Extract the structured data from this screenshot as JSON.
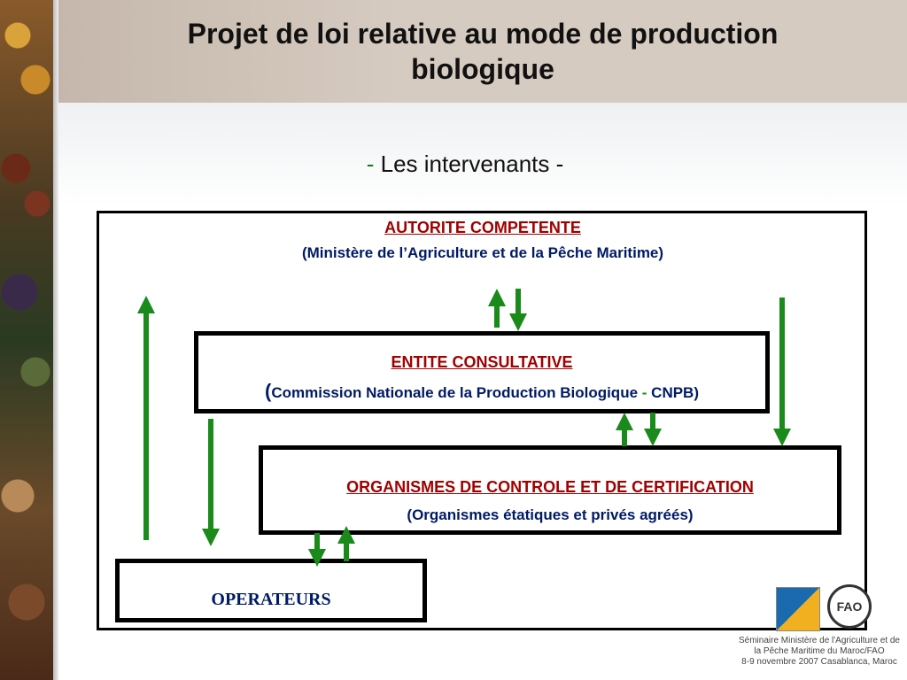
{
  "slide": {
    "title_line1": "Projet de loi relative au mode de production",
    "title_line2": "biologique",
    "subtitle_dash": "-",
    "subtitle_text": " Les intervenants -"
  },
  "autorite": {
    "title": "AUTORITE COMPETENTE",
    "subtitle": "(Ministère de l’Agriculture et de la Pêche Maritime)"
  },
  "entite": {
    "title": "ENTITE CONSULTATIVE",
    "paren": "(",
    "subtitle": "Commission Nationale de la Production Biologique ",
    "dash": "-",
    "suffix": " CNPB)"
  },
  "organismes": {
    "title": "ORGANISMES DE CONTROLE ET DE CERTIFICATION",
    "subtitle": "(Organismes étatiques et privés agréés)"
  },
  "operateurs": {
    "title": "OPERATEURS"
  },
  "footer": {
    "line1": "Séminaire Ministère de l'Agriculture et de",
    "line2": "la Pêche Maritime du Maroc/FAO",
    "line3": "8-9 novembre 2007 Casablanca, Maroc"
  },
  "logos": {
    "fao": "FAO"
  },
  "colors": {
    "arrow_green": "#1a8a1a",
    "heading_red": "#a00000",
    "text_blue": "#001a66"
  }
}
